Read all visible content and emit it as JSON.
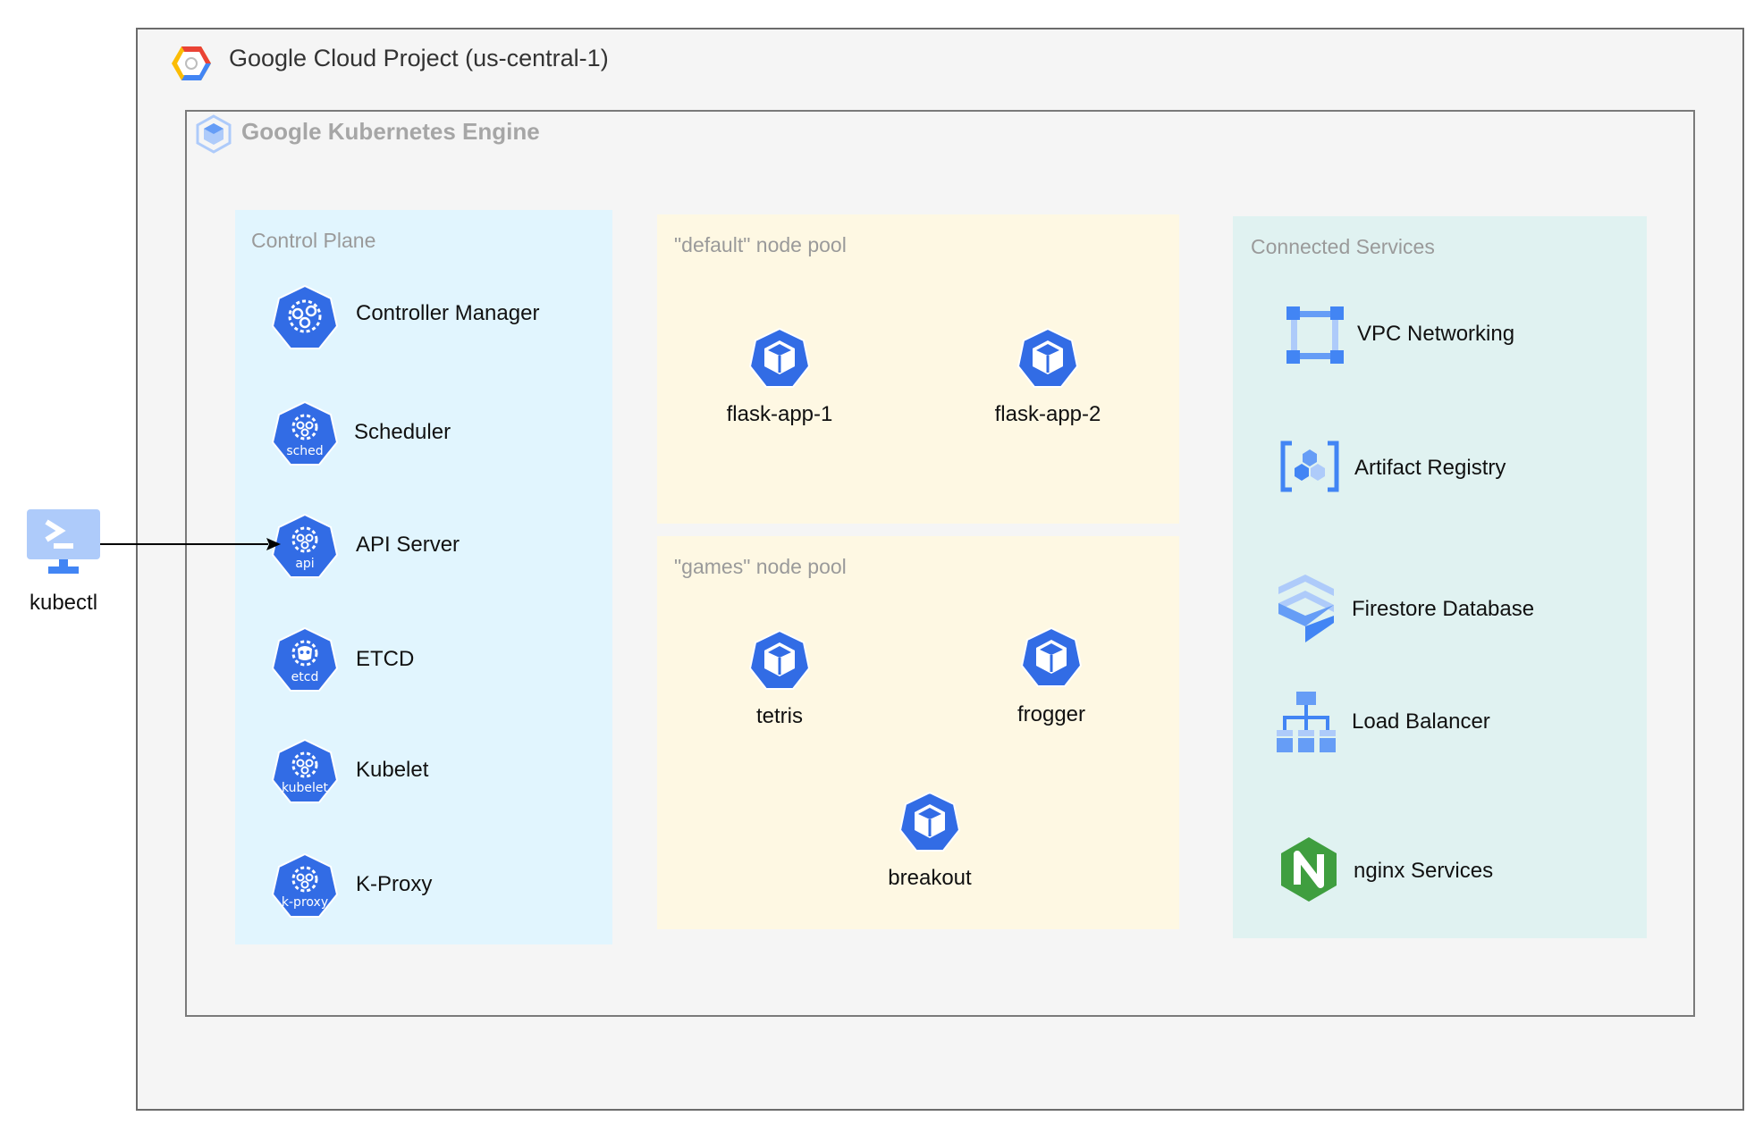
{
  "project": {
    "title": "Google Cloud Project (us-central-1)"
  },
  "gke": {
    "title": "Google Kubernetes Engine"
  },
  "control_plane": {
    "title": "Control Plane",
    "components": [
      {
        "label": "Controller Manager",
        "icon_text": ""
      },
      {
        "label": "Scheduler",
        "icon_text": "sched"
      },
      {
        "label": "API Server",
        "icon_text": "api"
      },
      {
        "label": "ETCD",
        "icon_text": "etcd"
      },
      {
        "label": "Kubelet",
        "icon_text": "kubelet"
      },
      {
        "label": "K-Proxy",
        "icon_text": "k-proxy"
      }
    ]
  },
  "default_pool": {
    "title": "\"default\" node pool",
    "pods": [
      {
        "label": "flask-app-1"
      },
      {
        "label": "flask-app-2"
      }
    ]
  },
  "games_pool": {
    "title": "\"games\" node pool",
    "pods": [
      {
        "label": "tetris"
      },
      {
        "label": "frogger"
      },
      {
        "label": "breakout"
      }
    ]
  },
  "connected_services": {
    "title": "Connected Services",
    "items": [
      {
        "label": "VPC Networking",
        "icon": "vpc-networking-icon"
      },
      {
        "label": "Artifact Registry",
        "icon": "artifact-registry-icon"
      },
      {
        "label": "Firestore Database",
        "icon": "firestore-icon"
      },
      {
        "label": "Load Balancer",
        "icon": "load-balancer-icon"
      },
      {
        "label": "nginx Services",
        "icon": "nginx-icon"
      }
    ]
  },
  "client": {
    "label": "kubectl",
    "icon": "terminal-icon"
  },
  "colors": {
    "k8s_blue": "#326ce5",
    "gcp_blue": "#4285f4",
    "gcp_light_blue": "#aecbfa",
    "nginx_green": "#3f9e3f",
    "control_plane_bg": "#e1f5fe",
    "node_pool_bg": "#fef8e3",
    "services_bg": "#e0f2f1"
  }
}
